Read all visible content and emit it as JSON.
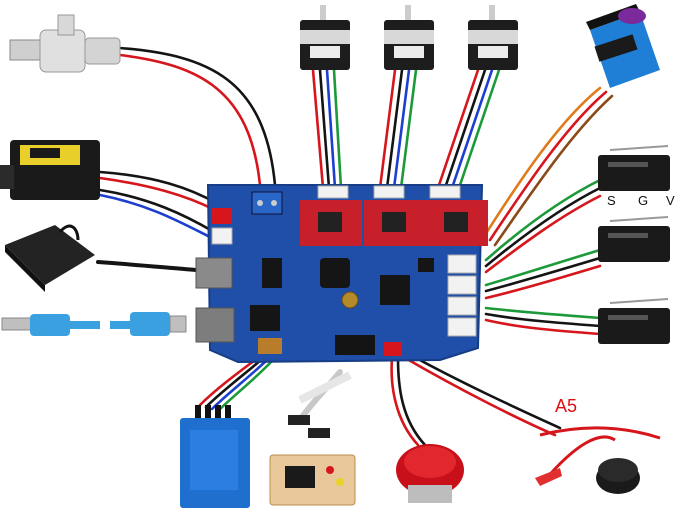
{
  "labels": {
    "s": "S",
    "g": "G",
    "v": "V",
    "a5": "A5"
  },
  "colors": {
    "board": "#1f4fa8",
    "board_dark": "#163d86",
    "driver": "#c8202b",
    "wire_red": "#d6161c",
    "wire_black": "#141414",
    "wire_blue": "#1d3fd0",
    "wire_green": "#1c9a3a",
    "wire_orange": "#e07a1a",
    "usb_blue": "#3aa0e0",
    "switch_black": "#1a1a1a",
    "servo_blue": "#1f7fd6"
  },
  "components": [
    "spindle-motor",
    "laser-module",
    "power-adapter",
    "usb-cable",
    "stepper-motor-x",
    "stepper-motor-y",
    "stepper-motor-z",
    "servo-motor",
    "limit-switch-1",
    "limit-switch-2",
    "limit-switch-3",
    "bluetooth-module",
    "ribbon-cable",
    "offline-controller",
    "emergency-stop-button",
    "probe-clip"
  ]
}
